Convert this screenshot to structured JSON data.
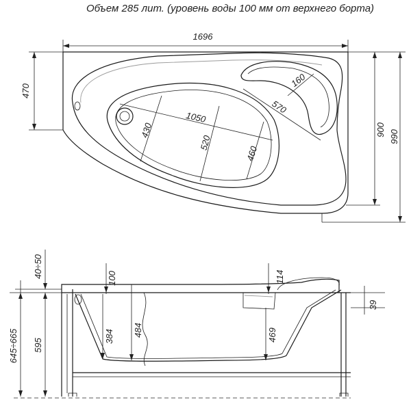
{
  "title": "Объем 285 лит. (уровень воды 100 мм от верхнего борта)",
  "top_view": {
    "overall_width": "1696",
    "left_height": "470",
    "depth": "900",
    "total_depth": "990",
    "inner_width": "430",
    "bowl_length": "1050",
    "bowl_width": "520",
    "bowl_narrow": "460",
    "seat_span": "570",
    "seat_radius": "160"
  },
  "side_view": {
    "adjust_height": "40÷50",
    "total_height": "645÷665",
    "body_height": "595",
    "rim_left": "100",
    "depth_left": "384",
    "depth_mid": "484",
    "rim_right": "114",
    "depth_right": "469",
    "leg_offset": "39"
  }
}
